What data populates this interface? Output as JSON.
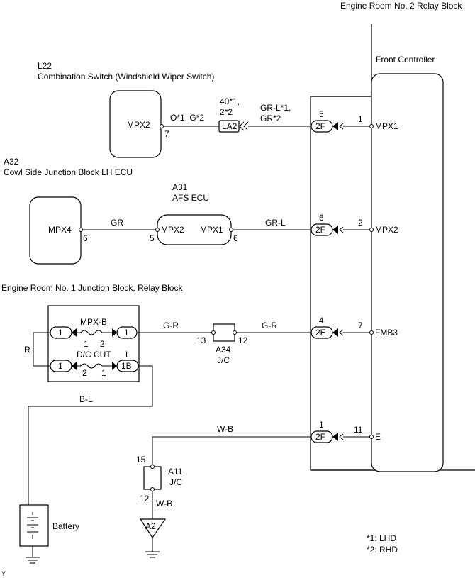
{
  "relay_block": {
    "title": "Engine Room No. 2 Relay Block",
    "ecu": "Front Controller"
  },
  "wiper_switch": {
    "code": "L22",
    "name": "Combination Switch (Windshield Wiper Switch)",
    "terminal": "MPX2",
    "pin": "7",
    "wire": "O*1, G*2"
  },
  "connector_la2": {
    "label": "LA2",
    "pins": "40*1,\n2*2",
    "wire": "GR-L*1,\nGR*2"
  },
  "junction_ecu": {
    "code": "A32",
    "name": "Cowl Side Junction Block LH ECU",
    "terminal": "MPX4",
    "pin": "6",
    "wire": "GR"
  },
  "afs_ecu": {
    "code": "A31",
    "name": "AFS ECU",
    "in_terminal": "MPX2",
    "in_pin": "5",
    "out_terminal": "MPX1",
    "out_pin": "6",
    "wire": "GR-L"
  },
  "junction_block1": {
    "name": "Engine Room No. 1 Junction Block, Relay Block",
    "fuse1": "MPX-B",
    "fuse1_pins": [
      "1",
      "2"
    ],
    "fuse2": "D/C CUT",
    "fuse2_pins": [
      "2",
      "1"
    ],
    "fuse2_top_pin": "1",
    "conn1": "1",
    "conn2": "1",
    "conn3": "1",
    "conn4": "1B",
    "loop_wire": "R",
    "battery_wire": "B-L"
  },
  "jc_a34": {
    "code": "A34",
    "type": "J/C",
    "pin_in": "13",
    "pin_out": "12",
    "wire_in": "G-R",
    "wire_out": "G-R"
  },
  "jc_a11": {
    "code": "A11",
    "type": "J/C",
    "pin_top": "15",
    "pin_bottom": "12",
    "wire": "W-B"
  },
  "ground_a2": {
    "label": "A2"
  },
  "ground_wire": "W-B",
  "battery": {
    "label": "Battery"
  },
  "front_controller_rows": [
    {
      "conn": "2F",
      "conn_pin": "5",
      "pin": "1",
      "terminal": "MPX1"
    },
    {
      "conn": "2F",
      "conn_pin": "6",
      "pin": "2",
      "terminal": "MPX2"
    },
    {
      "conn": "2E",
      "conn_pin": "4",
      "pin": "7",
      "terminal": "FMB3"
    },
    {
      "conn": "2F",
      "conn_pin": "1",
      "pin": "11",
      "terminal": "E"
    }
  ],
  "notes": [
    "*1: LHD",
    "*2: RHD"
  ],
  "corner_mark": "Y"
}
